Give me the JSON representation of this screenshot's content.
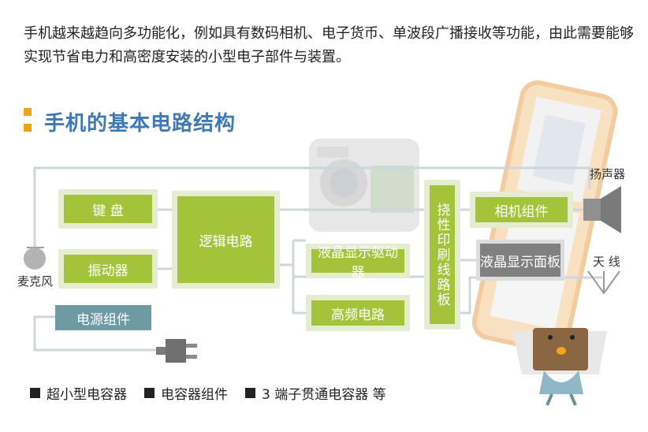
{
  "intro_text": "手机越来越趋向多功能化，例如具有数码相机、电子货币、单波段广播接收等功能，由此需要能够实现节省电力和高密度安装的小型电子部件与装置。",
  "section_title": "手机的基本电路结构",
  "blocks": {
    "keyboard": "键  盘",
    "vibrator": "振动器",
    "logic": "逻辑电路",
    "lcd_driver": "液晶显示驱动器",
    "rf": "高频电路",
    "flex_board": "挠性印刷线路板",
    "camera_module": "相机组件",
    "lcd_panel": "液晶显示面板",
    "power_module": "电源组件"
  },
  "labels": {
    "speaker": "扬声器",
    "antenna": "天  线",
    "microphone": "麦克风"
  },
  "legend": [
    "超小型电容器",
    "电容器组件",
    "3 端子贯通电容器 等"
  ],
  "colors": {
    "title": "#3f79b4",
    "accent": "#f0a21e",
    "block_green": "#a3c43a",
    "block_border": "#e6ecd0",
    "line": "#cfd6da",
    "power_teal": "#6e9aa3"
  }
}
